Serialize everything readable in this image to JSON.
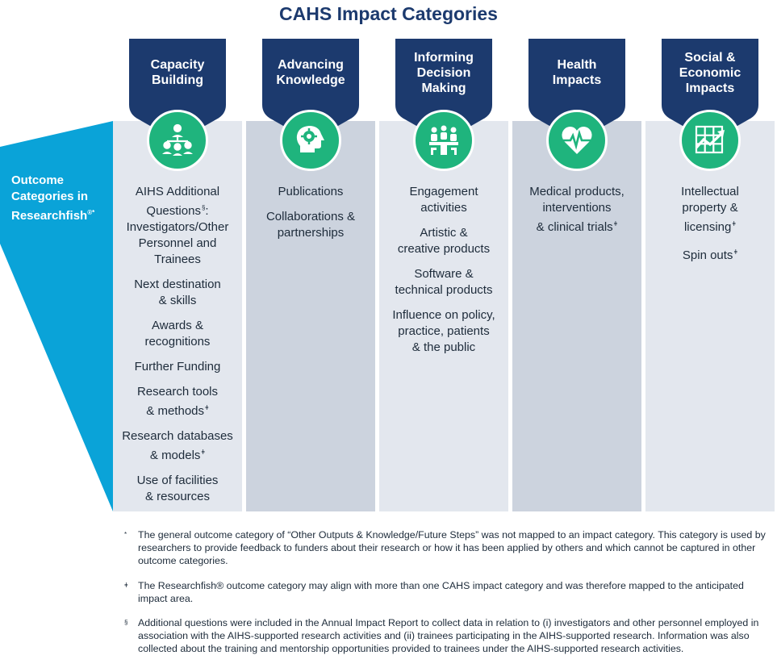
{
  "title": "CAHS Impact Categories",
  "colors": {
    "navy": "#1c3a6e",
    "green": "#1fb47d",
    "cyan": "#0aa3d8",
    "col_light": "#e3e7ee",
    "col_dark": "#ccd3de"
  },
  "outcome_label": {
    "text": "Outcome Categories in Researchfish",
    "marks": "®*"
  },
  "columns": [
    {
      "banner": [
        "Capacity",
        "Building"
      ],
      "icon": "people-network-icon",
      "items": [
        {
          "lines": [
            "AIHS Additional",
            "Questions",
            "Investigators/Other",
            "Personnel and",
            "Trainees"
          ]
        },
        {
          "lines": [
            "Next destination",
            "& skills"
          ]
        },
        {
          "lines": [
            "Awards &",
            "recognitions"
          ]
        },
        {
          "lines": [
            "Further Funding"
          ]
        },
        {
          "lines": [
            "Research tools",
            "& methods"
          ]
        },
        {
          "lines": [
            "Research databases",
            "& models"
          ]
        },
        {
          "lines": [
            "Use of facilities",
            "& resources"
          ]
        }
      ]
    },
    {
      "banner": [
        "Advancing",
        "Knowledge"
      ],
      "icon": "head-gear-icon",
      "items": [
        {
          "lines": [
            "Publications"
          ]
        },
        {
          "lines": [
            "Collaborations &",
            "partnerships"
          ]
        }
      ]
    },
    {
      "banner": [
        "Informing",
        "Decision",
        "Making"
      ],
      "icon": "meeting-icon",
      "items": [
        {
          "lines": [
            "Engagement",
            "activities"
          ]
        },
        {
          "lines": [
            "Artistic &",
            "creative products"
          ]
        },
        {
          "lines": [
            "Software &",
            "technical products"
          ]
        },
        {
          "lines": [
            "Influence on policy,",
            "practice, patients",
            "& the public"
          ]
        }
      ]
    },
    {
      "banner": [
        "Health",
        "Impacts"
      ],
      "icon": "heart-pulse-icon",
      "items": [
        {
          "lines": [
            "Medical products,",
            "interventions",
            "& clinical trials"
          ]
        }
      ]
    },
    {
      "banner": [
        "Social &",
        "Economic",
        "Impacts"
      ],
      "icon": "growth-chart-icon",
      "items": [
        {
          "lines": [
            "Intellectual",
            "property &",
            "licensing"
          ]
        },
        {
          "lines": [
            "Spin outs"
          ]
        }
      ]
    }
  ],
  "footnotes": [
    {
      "mark": "*",
      "text": "The general outcome category of “Other Outputs & Knowledge/Future Steps” was not mapped to an impact category. This category is used by researchers to provide feedback to funders about their research or how it has been applied by others and which cannot be captured in other outcome categories."
    },
    {
      "mark": "ǂ",
      "text": "The Researchfish® outcome category may align with more than one CAHS impact category and was therefore mapped to the anticipated impact area."
    },
    {
      "mark": "§",
      "text": "Additional questions were included in the Annual Impact Report to collect data in relation to (i) investigators and other personnel employed in association with the AIHS-supported research activities and (ii) trainees participating in the AIHS-supported research. Information was also collected about the training and mentorship opportunities provided to trainees under the AIHS-supported research activities."
    }
  ]
}
